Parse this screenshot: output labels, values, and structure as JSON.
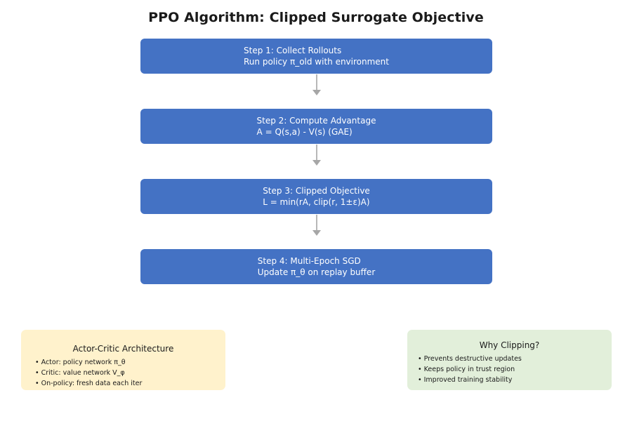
{
  "title": "PPO Algorithm: Clipped Surrogate Objective",
  "steps": [
    {
      "line1": "Step 1: Collect Rollouts",
      "line2": "Run policy π_old with environment"
    },
    {
      "line1": "Step 2: Compute Advantage",
      "line2": "A = Q(s,a) - V(s)  (GAE)"
    },
    {
      "line1": "Step 3: Clipped Objective",
      "line2": "L = min(rA, clip(r, 1±ε)A)"
    },
    {
      "line1": "Step 4: Multi-Epoch SGD",
      "line2": "Update π_θ on replay buffer"
    }
  ],
  "notes": {
    "actor_critic": {
      "title": "Actor-Critic Architecture",
      "items": [
        "• Actor: policy network π_θ",
        "• Critic: value network V_φ",
        "• On-policy: fresh data each iter"
      ]
    },
    "why_clipping": {
      "title": "Why Clipping?",
      "items": [
        "• Prevents destructive updates",
        "• Keeps policy in trust region",
        "• Improved training stability"
      ]
    }
  },
  "colors": {
    "step_fill": "#4472c4",
    "arrow": "#a6a6a6",
    "actor_note_fill": "#fff2cc",
    "clip_note_fill": "#e2efda"
  }
}
